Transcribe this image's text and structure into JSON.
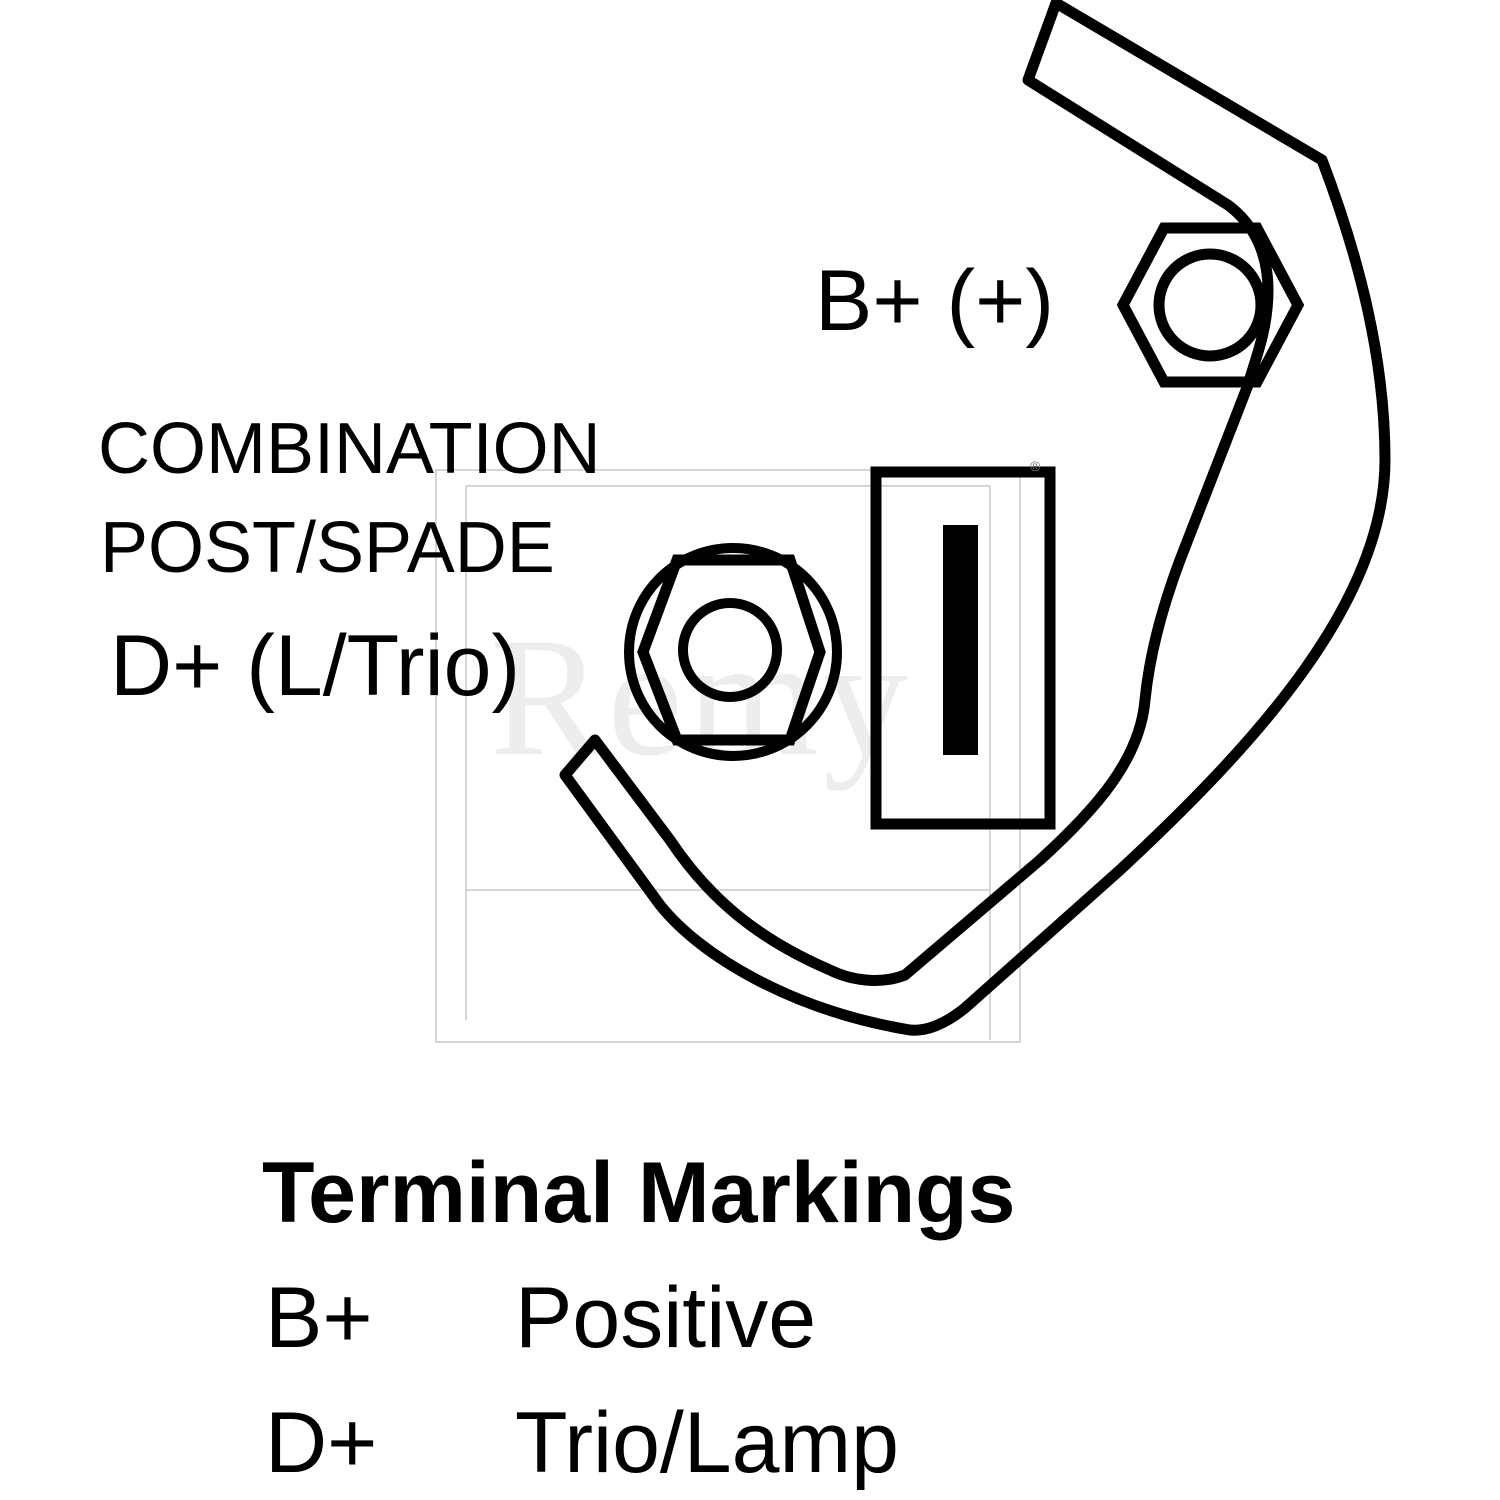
{
  "diagram": {
    "labels": {
      "b_plus_terminal": "B+ (+)",
      "combination_line1": "COMBINATION",
      "combination_line2": "POST/SPADE",
      "d_plus_terminal": "D+ (L/Trio)"
    },
    "watermark": "Remy",
    "registered_mark": "®",
    "colors": {
      "stroke": "#000000",
      "background": "#ffffff",
      "watermark_frame": "#c8c8c8"
    }
  },
  "legend": {
    "title": "Terminal Markings",
    "rows": [
      {
        "code": "B+",
        "meaning": "Positive"
      },
      {
        "code": "D+",
        "meaning": "Trio/Lamp"
      }
    ]
  }
}
